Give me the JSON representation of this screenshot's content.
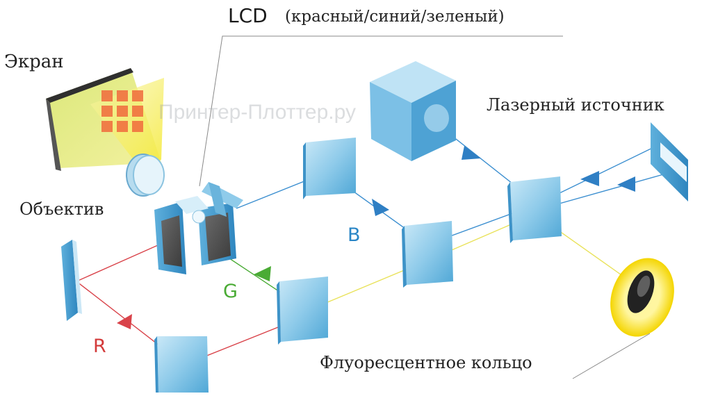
{
  "labels": {
    "lcd_title": "LCD",
    "lcd_subtitle": "(красный/синий/зеленый)",
    "screen": "Экран",
    "lens": "Объектив",
    "laser_source": "Лазерный источник",
    "fluorescent_ring": "Флуоресцентное кольцо"
  },
  "channels": {
    "blue": "B",
    "green": "G",
    "red": "R"
  },
  "watermark": {
    "text": "Принтер-Плоттер.ру"
  },
  "colors": {
    "blue_beam": "#3c8fd0",
    "green_beam": "#4aab35",
    "red_beam": "#d9434a",
    "yellow_beam": "#e9e25a",
    "prism": "#8fcbea",
    "screen_glow": "#e3ec6f"
  }
}
